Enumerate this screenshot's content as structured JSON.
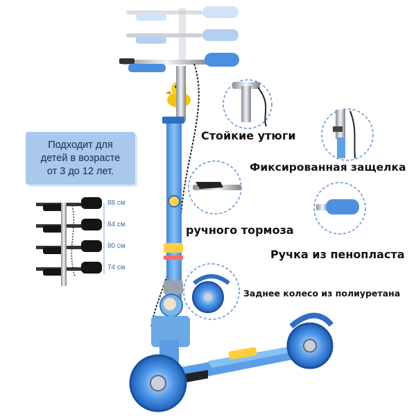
{
  "age_badge": {
    "line1": "Подходит для",
    "line2": "детей в возрасте",
    "line3": "от 3 до 12 лет."
  },
  "features": {
    "stable_handles": "Стойкие утюги",
    "fixed_latch": "Фиксированная защелка",
    "hand_brake": "ручного тормоза",
    "foam_grip": "Ручка из пенопласта",
    "rear_wheel": "Заднее колесо из полиуретана"
  },
  "heights": [
    "88 см",
    "84 см",
    "80 см",
    "74 см"
  ],
  "colors": {
    "scooter_blue": "#6aa9e6",
    "scooter_dark_blue": "#2f6fc2",
    "badge_bg": "#a8c8ec",
    "label_text": "#111111",
    "height_text": "#3a6aa8"
  }
}
